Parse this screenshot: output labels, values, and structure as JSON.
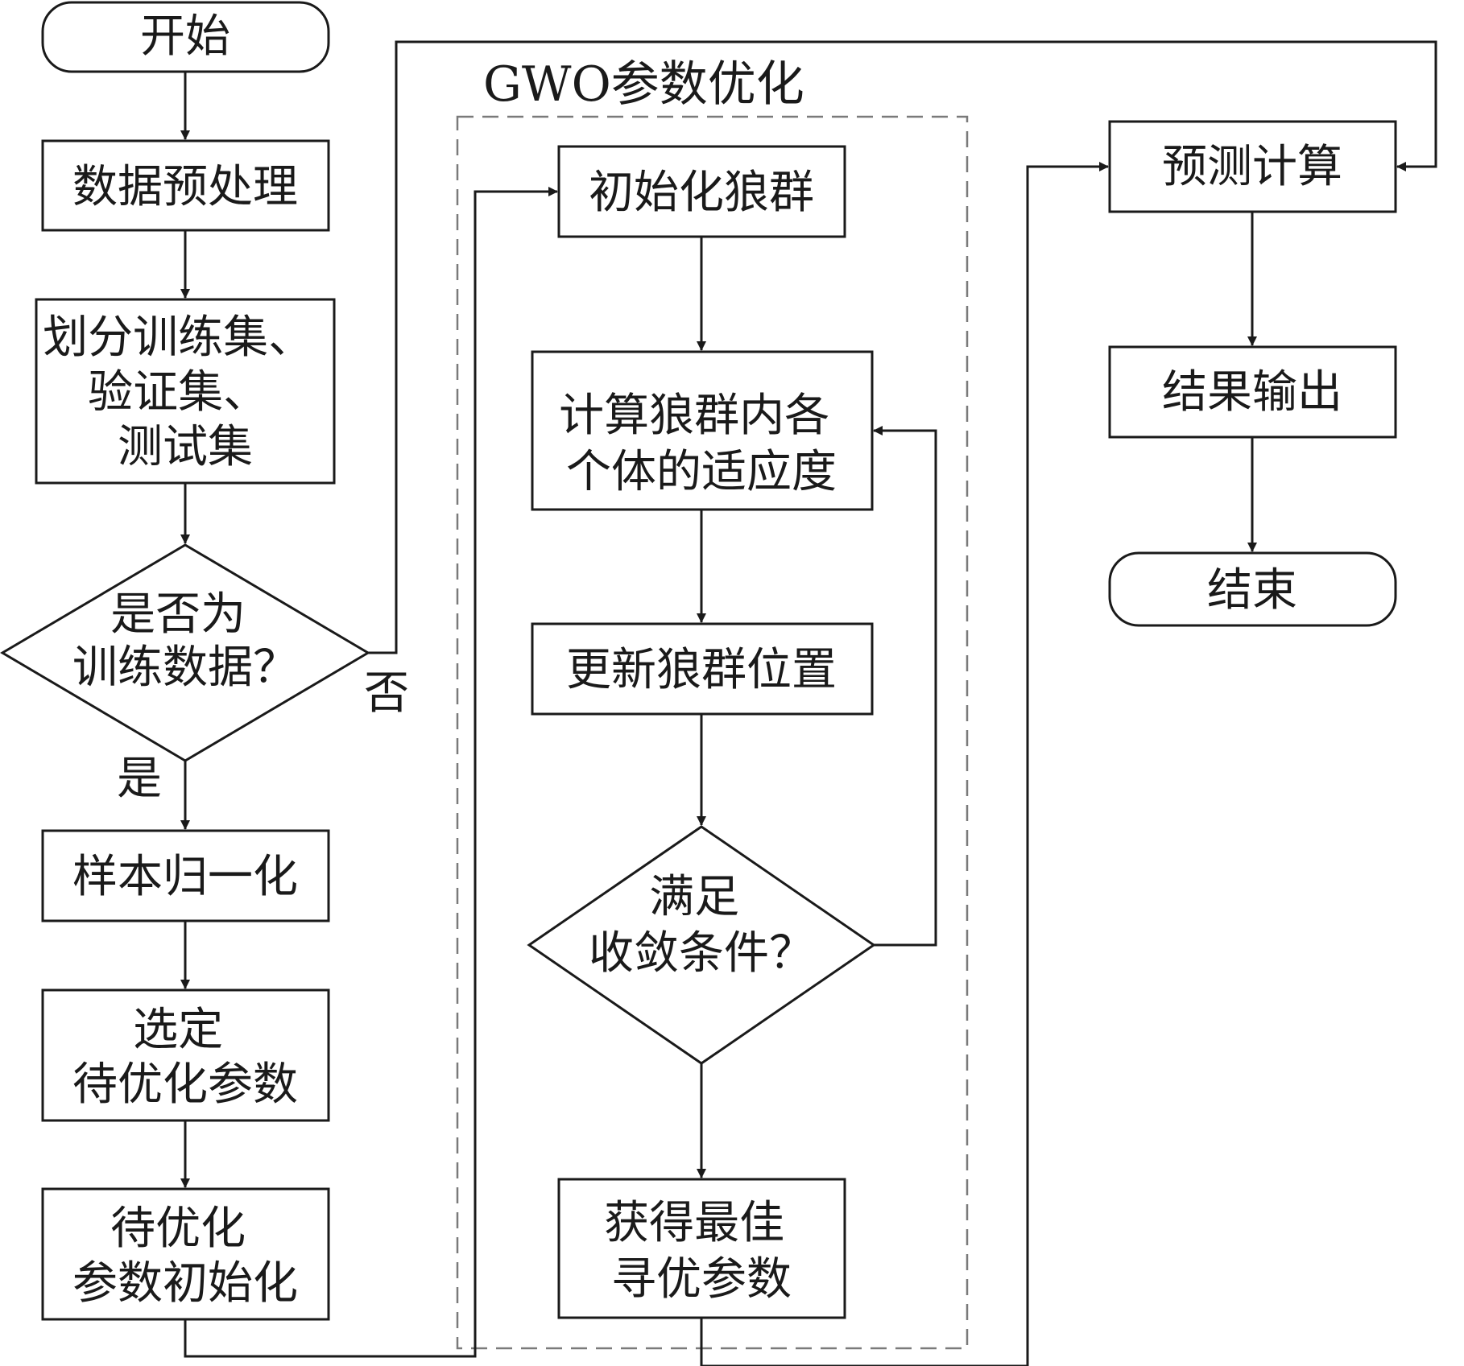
{
  "nodes": {
    "start": {
      "lines": [
        "开始"
      ]
    },
    "preprocess": {
      "lines": [
        "数据预处理"
      ]
    },
    "split": {
      "lines": [
        "划分训练集、",
        "验证集、",
        "测试集"
      ]
    },
    "is_train": {
      "lines": [
        "是否为",
        "训练数据？"
      ]
    },
    "normalize": {
      "lines": [
        "样本归一化"
      ]
    },
    "select": {
      "lines": [
        "选定",
        "待优化参数"
      ]
    },
    "param_init": {
      "lines": [
        "待优化",
        "参数初始化"
      ]
    },
    "init_wolves": {
      "lines": [
        "初始化狼群"
      ]
    },
    "fitness": {
      "lines": [
        "计算狼群内各",
        "个体的适应度"
      ]
    },
    "update": {
      "lines": [
        "更新狼群位置"
      ]
    },
    "converge": {
      "lines": [
        "满足",
        "收敛条件？"
      ]
    },
    "best": {
      "lines": [
        "获得最佳",
        "寻优参数"
      ]
    },
    "predict": {
      "lines": [
        "预测计算"
      ]
    },
    "output": {
      "lines": [
        "结果输出"
      ]
    },
    "end": {
      "lines": [
        "结束"
      ]
    }
  },
  "group_label": "GWO参数优化",
  "edge_labels": {
    "no": "否",
    "yes": "是"
  }
}
